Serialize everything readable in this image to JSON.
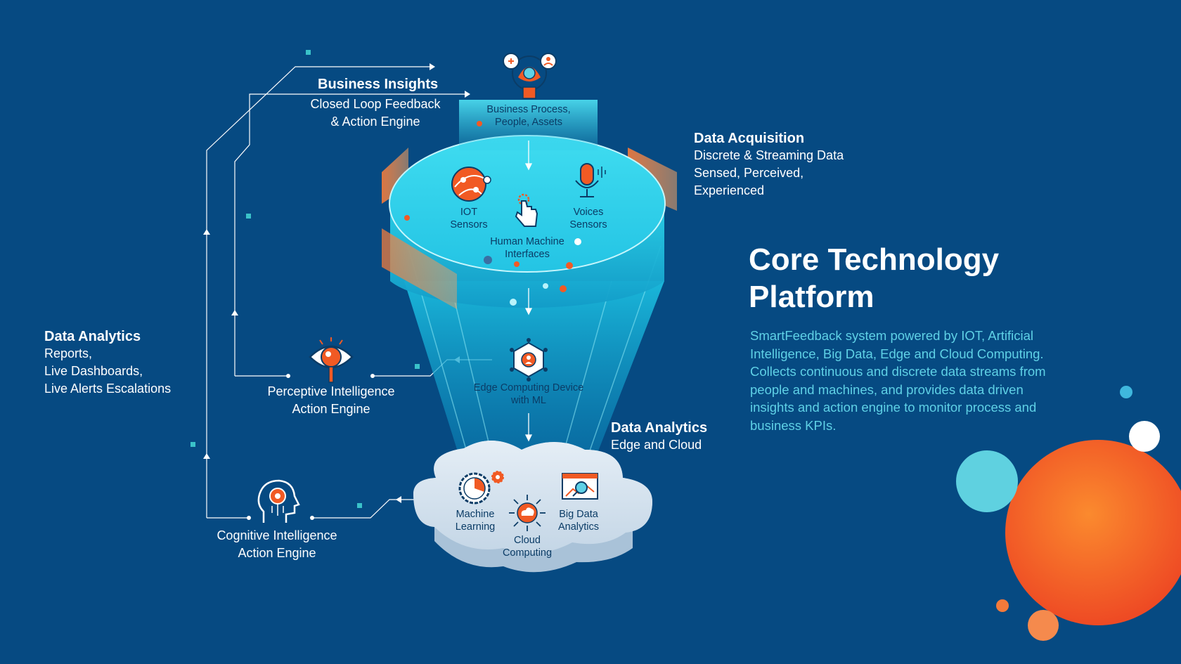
{
  "title": {
    "line1": "Core Technology",
    "line2": "Platform"
  },
  "description": "SmartFeedback system powered by IOT, Artificial Intelligence, Big Data, Edge and Cloud Computing. Collects continuous and discrete data streams from people and machines, and provides data driven insights and action engine to monitor process and business KPIs.",
  "business_insights": {
    "heading": "Business Insights",
    "line1": "Closed Loop Feedback",
    "line2": "& Action Engine"
  },
  "data_acquisition": {
    "heading": "Data Acquisition",
    "line1": "Discrete & Streaming Data",
    "line2": "Sensed, Perceived,",
    "line3": "Experienced"
  },
  "data_analytics_left": {
    "heading": "Data Analytics",
    "line1": "Reports,",
    "line2": "Live Dashboards,",
    "line3": "Live Alerts Escalations"
  },
  "data_analytics_right": {
    "heading": "Data Analytics",
    "line1": "Edge and Cloud"
  },
  "perceptive": {
    "line1": "Perceptive Intelligence",
    "line2": "Action Engine"
  },
  "cognitive": {
    "line1": "Cognitive Intelligence",
    "line2": "Action Engine"
  },
  "funnel": {
    "business_process": {
      "line1": "Business Process,",
      "line2": "People, Assets"
    },
    "iot_sensors": {
      "line1": "IOT",
      "line2": "Sensors"
    },
    "voices_sensors": {
      "line1": "Voices",
      "line2": "Sensors"
    },
    "hmi": {
      "line1": "Human Machine",
      "line2": "Interfaces"
    },
    "edge_device": {
      "line1": "Edge Computing Device",
      "line2": "with ML"
    }
  },
  "cloud": {
    "machine_learning": {
      "line1": "Machine",
      "line2": "Learning"
    },
    "big_data": {
      "line1": "Big Data",
      "line2": "Analytics"
    },
    "cloud_computing": {
      "line1": "Cloud",
      "line2": "Computing"
    }
  },
  "colors": {
    "background": "#064a82",
    "accent_orange": "#f15a24",
    "accent_cyan": "#22c6e0",
    "text_cyan": "#5fd1e6",
    "icon_navy": "#0b3c66"
  },
  "icons": [
    "business-process-icon",
    "iot-sensors-icon",
    "hand-touch-icon",
    "microphone-icon",
    "edge-device-icon",
    "eye-icon",
    "brain-head-icon",
    "machine-learning-icon",
    "cloud-computing-icon",
    "big-data-analytics-icon"
  ]
}
